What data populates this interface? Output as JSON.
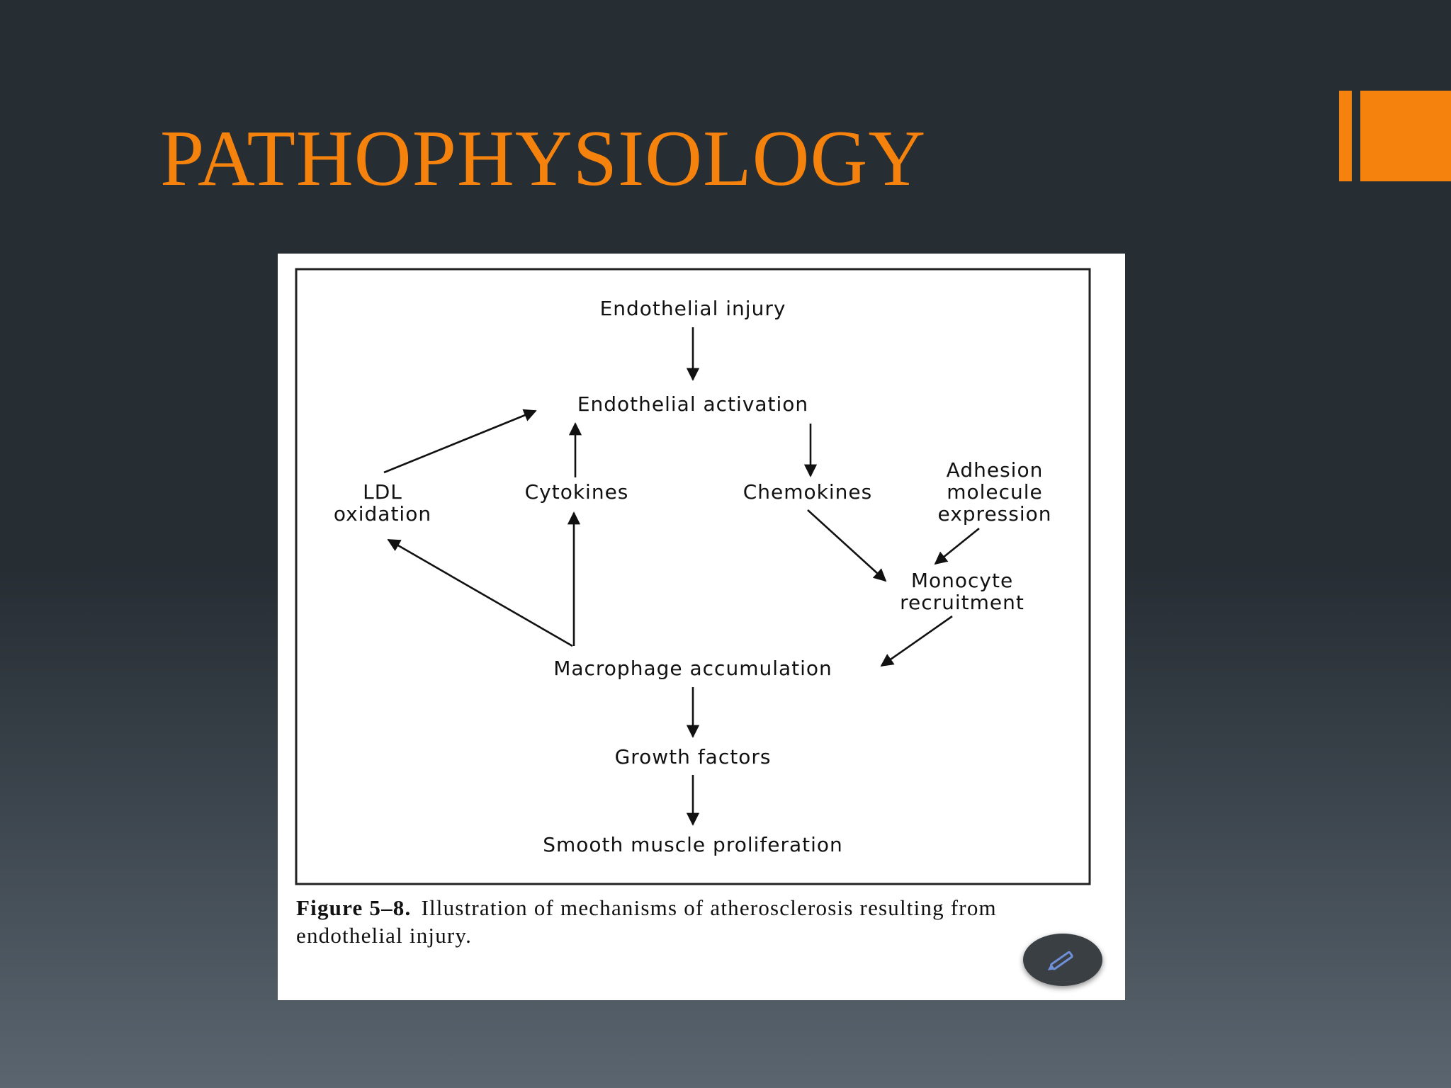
{
  "slide": {
    "title": "PATHOPHYSIOLOGY",
    "colors": {
      "accent": "#f5820d",
      "background_top": "#262d33",
      "background_bottom": "#5a656f"
    }
  },
  "figure": {
    "nodes": {
      "endothelial_injury": "Endothelial injury",
      "endothelial_activation": "Endothelial activation",
      "ldl_line1": "LDL",
      "ldl_line2": "oxidation",
      "cytokines": "Cytokines",
      "chemokines": "Chemokines",
      "adhesion_line1": "Adhesion",
      "adhesion_line2": "molecule",
      "adhesion_line3": "expression",
      "monocyte_line1": "Monocyte",
      "monocyte_line2": "recruitment",
      "macrophage_accumulation": "Macrophage accumulation",
      "growth_factors": "Growth factors",
      "smooth_muscle_proliferation": "Smooth muscle proliferation"
    },
    "edges": [
      {
        "from": "Endothelial injury",
        "to": "Endothelial activation"
      },
      {
        "from": "LDL oxidation",
        "to": "Endothelial activation"
      },
      {
        "from": "Cytokines",
        "to": "Endothelial activation"
      },
      {
        "from": "Endothelial activation",
        "to": "Chemokines"
      },
      {
        "from": "Chemokines",
        "to": "Monocyte recruitment"
      },
      {
        "from": "Adhesion molecule expression",
        "to": "Monocyte recruitment"
      },
      {
        "from": "Monocyte recruitment",
        "to": "Macrophage accumulation"
      },
      {
        "from": "Macrophage accumulation",
        "to": "LDL oxidation"
      },
      {
        "from": "Macrophage accumulation",
        "to": "Cytokines"
      },
      {
        "from": "Macrophage accumulation",
        "to": "Growth factors"
      },
      {
        "from": "Growth factors",
        "to": "Smooth muscle proliferation"
      }
    ],
    "caption_label": "Figure 5–8.",
    "caption_text": "Illustration of mechanisms of atherosclerosis resulting from endothelial injury."
  },
  "fab": {
    "icon": "pencil-icon",
    "color": "#3a3f44",
    "icon_color": "#6f8fd8"
  }
}
